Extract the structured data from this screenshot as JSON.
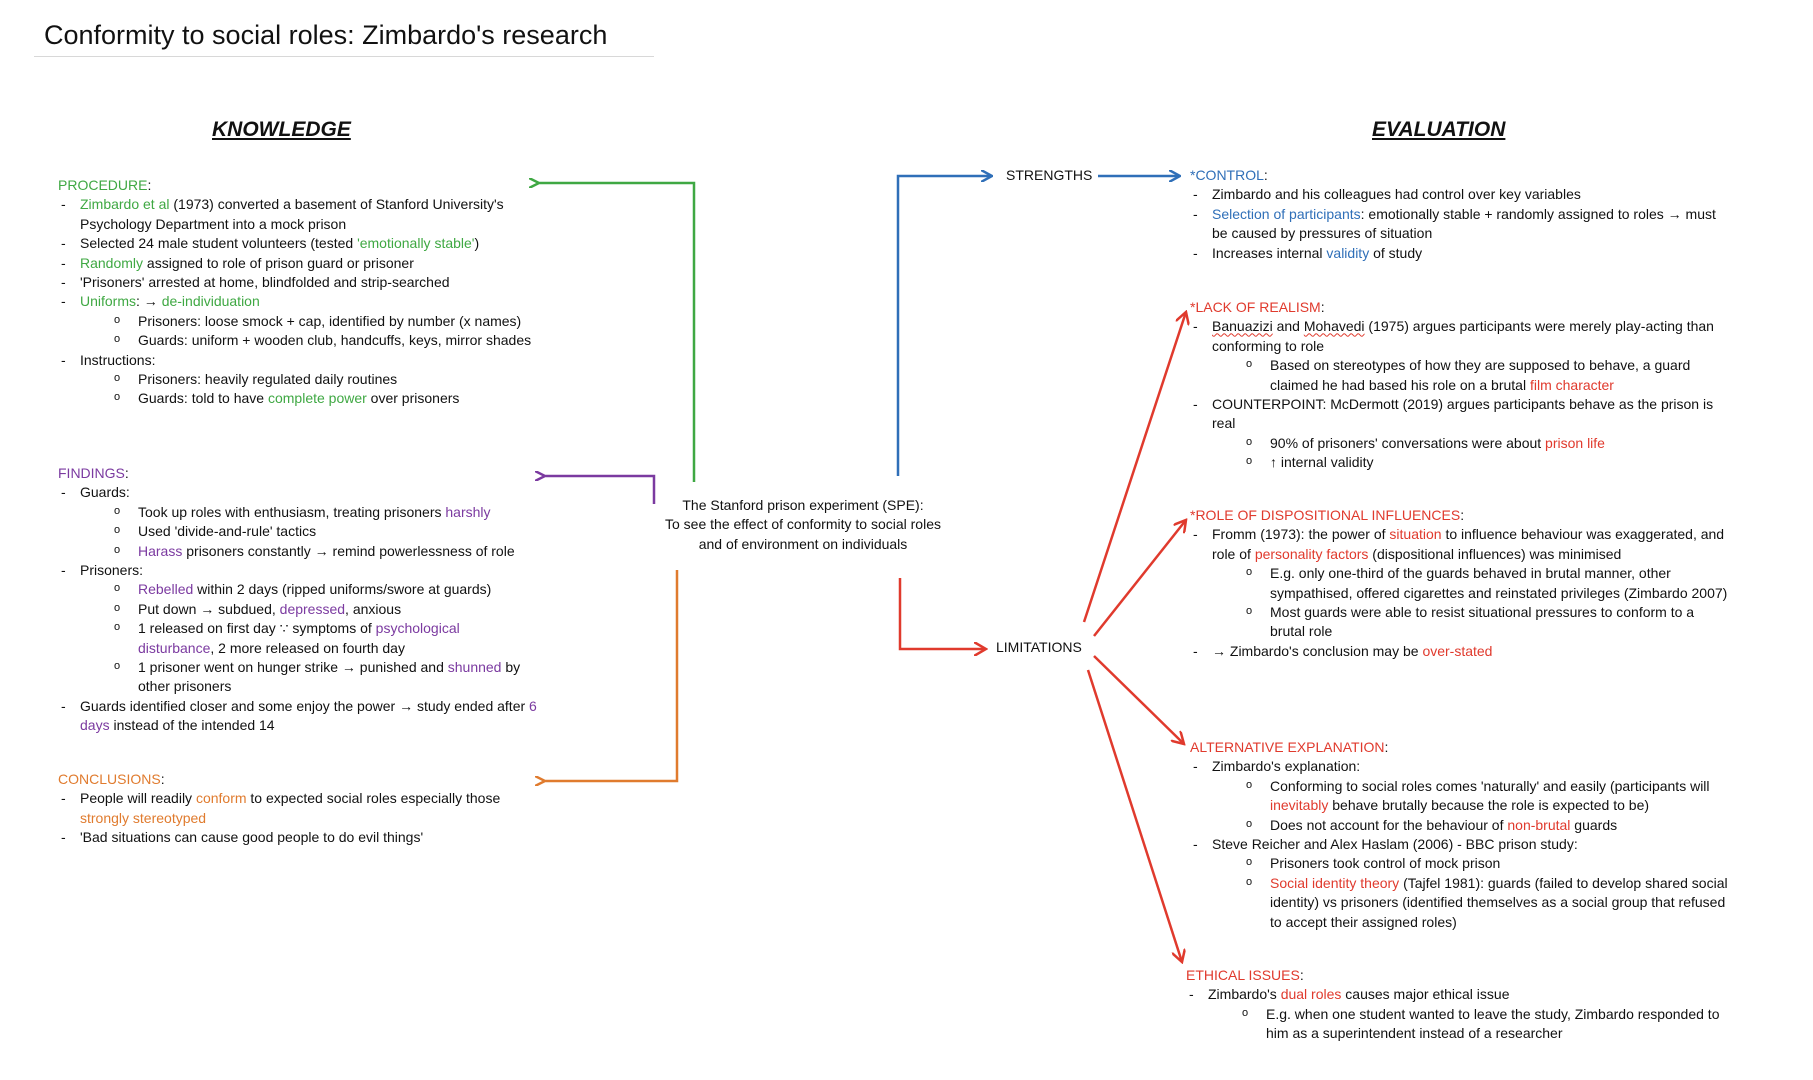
{
  "title": "Conformity to social roles: Zimbardo's research",
  "headings": {
    "knowledge": "KNOWLEDGE",
    "evaluation": "EVALUATION"
  },
  "colors": {
    "procedure": "#3fa843",
    "findings": "#7b3aa0",
    "conclusions": "#e07b2e",
    "strengths": "#2f6fb8",
    "limitations": "#e03a2d"
  },
  "center": {
    "line1": "The Stanford prison experiment (SPE):",
    "line2": "To see the effect of conformity to social roles",
    "line3": "and of environment on individuals"
  },
  "strengths_label": "STRENGTHS",
  "limitations_label": "LIMITATIONS",
  "procedure": {
    "heading": "PROCEDURE",
    "p1_a": "Zimbardo et al",
    "p1_b": " (1973) converted a basement of Stanford University's Psychology Department into a mock prison",
    "p2_a": "Selected 24 male student volunteers (tested ",
    "p2_b": "'emotionally stable'",
    "p2_c": ")",
    "p3_a": "Randomly",
    "p3_b": " assigned to role of prison guard or prisoner",
    "p4": "'Prisoners' arrested at home, blindfolded and strip-searched",
    "p5_a": "Uniforms",
    "p5_b": ": → ",
    "p5_c": "de-individuation",
    "p5_s1": "Prisoners: loose smock + cap, identified by number (x names)",
    "p5_s2": "Guards: uniform + wooden club, handcuffs, keys, mirror shades",
    "p6": "Instructions:",
    "p6_s1": "Prisoners: heavily regulated daily routines",
    "p6_s2_a": "Guards: told to have ",
    "p6_s2_b": "complete power",
    "p6_s2_c": " over prisoners"
  },
  "findings": {
    "heading": "FINDINGS",
    "g": "Guards:",
    "g1_a": "Took up roles with enthusiasm, treating prisoners ",
    "g1_b": "harshly",
    "g2": "Used 'divide-and-rule' tactics",
    "g3_a": "Harass",
    "g3_b": " prisoners constantly → remind powerlessness of role",
    "p": "Prisoners:",
    "p1_a": "Rebelled",
    "p1_b": " within 2 days (ripped uniforms/swore at guards)",
    "p2_a": "Put down → subdued, ",
    "p2_b": "depressed",
    "p2_c": ", anxious",
    "p3_a": "1 released on first day ∵ symptoms of ",
    "p3_b": "psychological disturbance",
    "p3_c": ", 2 more released on fourth day",
    "p4_a": "1 prisoner went on hunger strike → punished and ",
    "p4_b": "shunned",
    "p4_c": " by other prisoners",
    "e_a": "Guards identified closer and some enjoy the power → study ended after ",
    "e_b": "6 days",
    "e_c": " instead of the intended 14"
  },
  "conclusions": {
    "heading": "CONCLUSIONS",
    "c1_a": "People will readily ",
    "c1_b": "conform",
    "c1_c": " to expected social roles especially those ",
    "c1_d": "strongly stereotyped",
    "c2": "'Bad situations can cause good people to do evil things'"
  },
  "control": {
    "heading": "*CONTROL",
    "i1": "Zimbardo and his colleagues had control over key variables",
    "i2_a": "Selection of participants",
    "i2_b": ": emotionally stable + randomly assigned to roles → must be caused by pressures of situation",
    "i3_a": "Increases internal ",
    "i3_b": "validity",
    "i3_c": " of study"
  },
  "realism": {
    "heading": "*LACK OF REALISM",
    "i1_a": "Banuazizi",
    "i1_b": " and ",
    "i1_c": "Mohavedi",
    "i1_d": " (1975) argues participants were merely play-acting than conforming to role",
    "i1_s1_a": "Based on stereotypes of how they are supposed to behave, a guard claimed he had based his role on a brutal ",
    "i1_s1_b": "film character",
    "i2": "COUNTERPOINT: McDermott (2019) argues participants behave as the prison is real",
    "i2_s1_a": "90% of prisoners' conversations were about ",
    "i2_s1_b": "prison life",
    "i2_s2": "↑ internal validity"
  },
  "disposition": {
    "heading": "*ROLE OF DISPOSITIONAL INFLUENCES",
    "i1_a": "Fromm (1973): the power of ",
    "i1_b": "situation",
    "i1_c": " to influence behaviour was exaggerated, and role of ",
    "i1_d": "personality factors",
    "i1_e": " (dispositional influences) was minimised",
    "i1_s1": "E.g. only one-third of the guards behaved in brutal manner, other sympathised, offered cigarettes and reinstated privileges (Zimbardo 2007)",
    "i1_s2": "Most guards were able to resist situational pressures to conform to a brutal role",
    "i2_a": "→ Zimbardo's conclusion may be ",
    "i2_b": "over-stated"
  },
  "alternative": {
    "heading": "ALTERNATIVE EXPLANATION",
    "i1": "Zimbardo's explanation:",
    "i1_s1_a": "Conforming to social roles comes 'naturally' and easily (participants will ",
    "i1_s1_b": "inevitably",
    "i1_s1_c": " behave brutally because the role is expected to be)",
    "i1_s2_a": "Does not account for the behaviour of ",
    "i1_s2_b": "non-brutal",
    "i1_s2_c": " guards",
    "i2": "Steve Reicher and Alex Haslam (2006) - BBC prison study:",
    "i2_s1": "Prisoners took control of mock prison",
    "i2_s2_a": "Social identity theory",
    "i2_s2_b": " (Tajfel 1981): guards (failed to develop shared social identity) vs prisoners (identified themselves as a social group that refused to accept their assigned roles)"
  },
  "ethical": {
    "heading": "ETHICAL ISSUES",
    "i1_a": "Zimbardo's ",
    "i1_b": "dual roles",
    "i1_c": " causes major ethical issue",
    "i1_s1": "E.g. when one student wanted to leave the study, Zimbardo responded to him as a superintendent instead of a researcher"
  }
}
